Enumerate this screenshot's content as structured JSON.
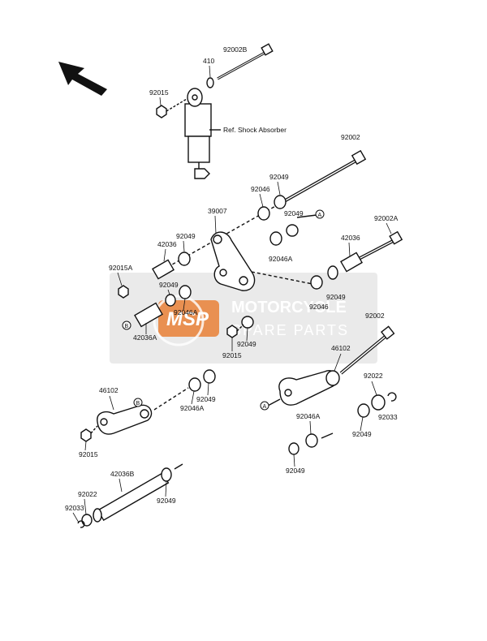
{
  "colors": {
    "line": "#111111",
    "watermark_panel": "#d9d9d9",
    "watermark_accent": "#e8792b",
    "watermark_text": "#ffffff"
  },
  "watermark": {
    "line1": "MOTORCYCLE",
    "line2": "SPARE PARTS",
    "badge": "MSP"
  },
  "direction_icon": "front-arrow",
  "labels": {
    "p92002B": "92002B",
    "p410": "410",
    "p92015_top": "92015",
    "ref_shock": "Ref. Shock Absorber",
    "p92002_top": "92002",
    "p92049_a": "92049",
    "p92046_a": "92046",
    "p39007": "39007",
    "p92049_b": "92049",
    "callout_a1": "A",
    "p92002A": "92002A",
    "p92049_c": "92049",
    "p42036_a": "42036",
    "p92015A": "92015A",
    "p92046A_a": "92046A",
    "p42036_b": "42036",
    "p92049_d": "92049",
    "p92046A_b": "92046A",
    "p92049_e": "92049",
    "p92046_b": "92046",
    "p92002_mid": "92002",
    "callout_b1": "B",
    "p42036A": "42036A",
    "p92015_mid": "92015",
    "p92049_f": "92049",
    "p46102_right": "46102",
    "p92022_right": "92022",
    "p46102_left": "46102",
    "callout_b2": "B",
    "p92049_g": "92049",
    "p92046A_c": "92046A",
    "callout_a2": "A",
    "p92049_h": "92049",
    "p92033_right": "92033",
    "p92046A_d": "92046A",
    "p92049_i": "92049",
    "p92015_bot": "92015",
    "p42036B": "42036B",
    "p92022_left": "92022",
    "p92033_left": "92033",
    "p92049_j": "92049"
  }
}
